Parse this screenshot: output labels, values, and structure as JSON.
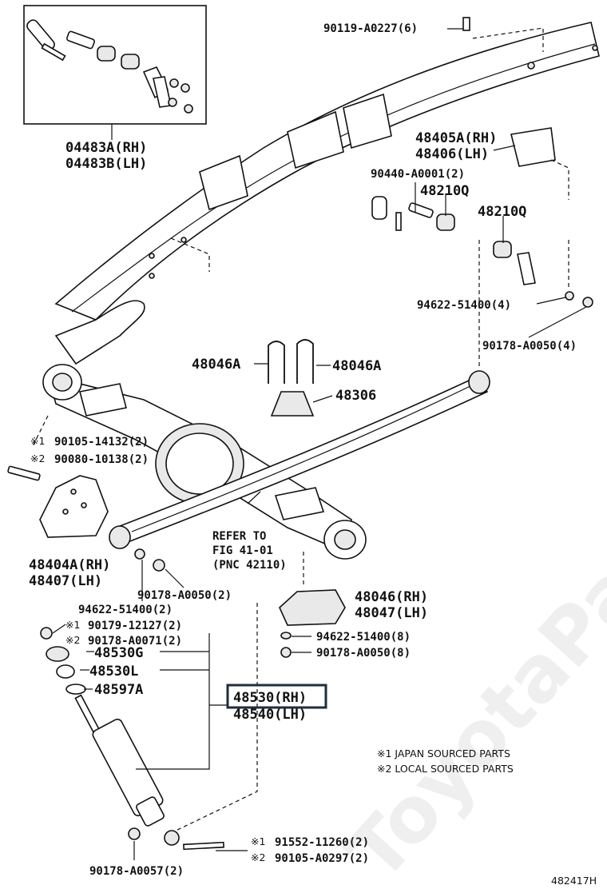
{
  "labels": {
    "kit_rh": "04483A(RH)",
    "kit_lh": "04483B(LH)",
    "bolt_top": "90119-A0227(6)",
    "bracket_rh": "48405A(RH)",
    "bracket_lh": "48406(LH)",
    "bolt_90440": "90440-A0001(2)",
    "bush_1": "48210Q",
    "bush_2": "48210Q",
    "washer_94622_4": "94622-51400(4)",
    "nut_90178_4": "90178-A0050(4)",
    "ubolt_left": "48046A",
    "ubolt_right": "48046A",
    "seat_48306": "48306",
    "mark1": "※1",
    "mark2": "※2",
    "bolt_90105": "90105-14132(2)",
    "bolt_90080": "90080-10138(2)",
    "hanger_rh": "48404A(RH)",
    "hanger_lh": "48407(LH)",
    "refer_1": "REFER TO",
    "refer_2": "FIG 41-01",
    "refer_3": "(PNC 42110)",
    "nut_90178_2": "90178-A0050(2)",
    "washer_94622_2": "94622-51400(2)",
    "nut_90179": "90179-12127(2)",
    "nut_90178_0071": "90178-A0071(2)",
    "cushion_48530g": "48530G",
    "cushion_48530l": "48530L",
    "retainer_48597a": "48597A",
    "absorber_rh": "48530(RH)",
    "absorber_lh": "48540(LH)",
    "seat_rh": "48046(RH)",
    "seat_lh": "48047(LH)",
    "washer_94622_8": "94622-51400(8)",
    "nut_90178_8": "90178-A0050(8)",
    "note_1": "※1 JAPAN SOURCED PARTS",
    "note_2": "※2 LOCAL SOURCED PARTS",
    "bolt_91552": "91552-11260(2)",
    "bolt_90105_0297": "90105-A0297(2)",
    "nut_90178_0057": "90178-A0057(2)",
    "fig_code": "482417H",
    "watermark": "ToyotaPartMine.ru"
  },
  "highlight_color": "#1f2d3d"
}
